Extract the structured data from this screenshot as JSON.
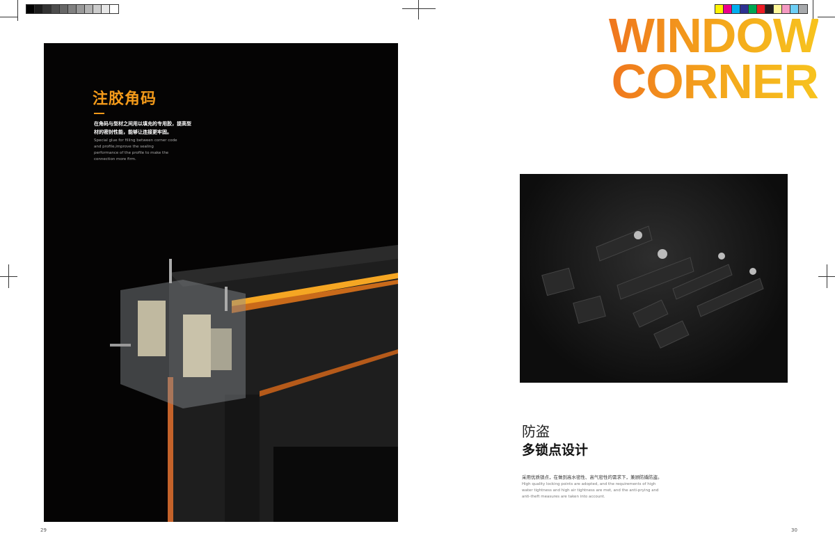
{
  "color_bars": {
    "grayscale": [
      "#000000",
      "#1c1c1c",
      "#333333",
      "#4d4d4d",
      "#666666",
      "#808080",
      "#999999",
      "#b3b3b3",
      "#cccccc",
      "#e6e6e6",
      "#ffffff"
    ],
    "process": [
      "#fff200",
      "#ec008c",
      "#00aeef",
      "#2e3192",
      "#00a651",
      "#ed1c24",
      "#231f20",
      "#fff799",
      "#f49ac1",
      "#6dcff6",
      "#a7a9ac"
    ]
  },
  "left_page": {
    "title": "注胶角码",
    "description_cn": "在角码与型材之间用以填充的专用胶，提高型材的密封性能，能够让连接更牢固。",
    "description_en": "Special glue for filling between corner code and profile,improve the sealing performance of the profile to make the connection more firm.",
    "accent": "#f39a1a",
    "page_number": "29"
  },
  "right_page": {
    "brand_line1": "WINDOW",
    "brand_line2": "CORNER",
    "heading_light": "防盗",
    "heading_bold": "多锁点设计",
    "description_cn": "采用优质锁点，在做到高水密性、高气密性的需求下，兼顾防撬防盗。",
    "description_en": "High quality locking points are adopted, and the requirements of high water tightness and high air tightness are met, and the anti-prying and anti-theft measures are taken into account.",
    "page_number": "30"
  }
}
